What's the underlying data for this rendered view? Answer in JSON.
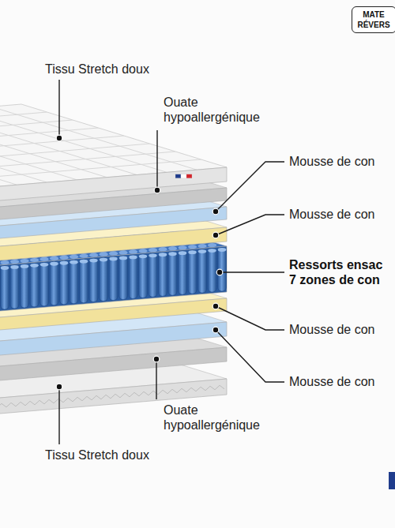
{
  "diagram": {
    "nodes": [
      {
        "text": [
          "MATE RÉVERS"
        ]
      }
    ],
    "labels": [
      "Tissu Stretch doux",
      "Ouate hypoallergénique",
      "Mousse de con",
      "Mousse de con",
      "Ressorts ensac 7 zones de con",
      "Mousse de con",
      "Mousse de con",
      "Ouate hypoallergénique",
      "Tissu Stretch doux"
    ]
  }
}
